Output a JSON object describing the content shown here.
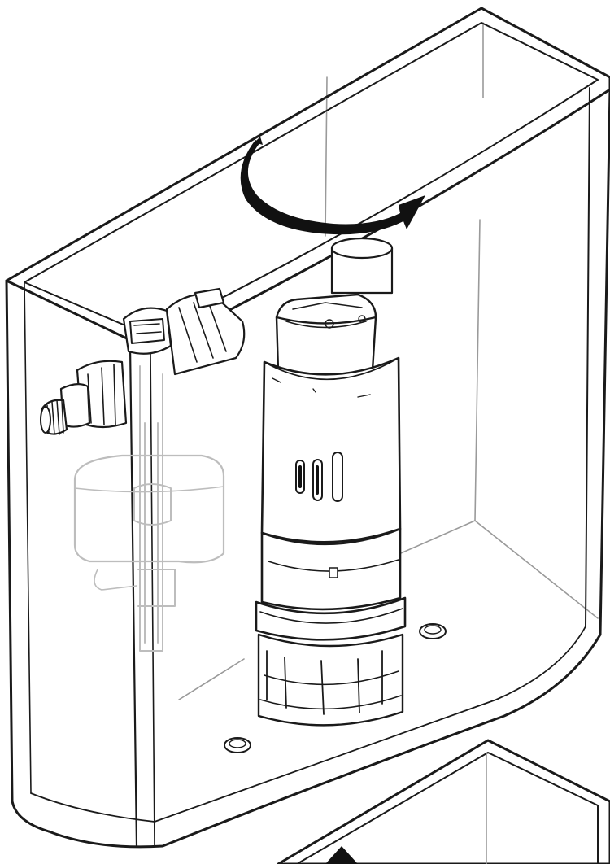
{
  "figure": {
    "subject-icons": [
      "cistern-tank",
      "tank-rim",
      "flush-valve",
      "fill-valve",
      "water-inlet-connector",
      "float",
      "rotation-arrow",
      "up-arrow",
      "tank-lid",
      "mounting-hole"
    ],
    "colors": {
      "line": "#1a1a1a",
      "hidden_line": "#9a9a9a",
      "ghost_line": "#bdbdbd",
      "arrow_fill": "#111111",
      "background": "#ffffff"
    }
  }
}
